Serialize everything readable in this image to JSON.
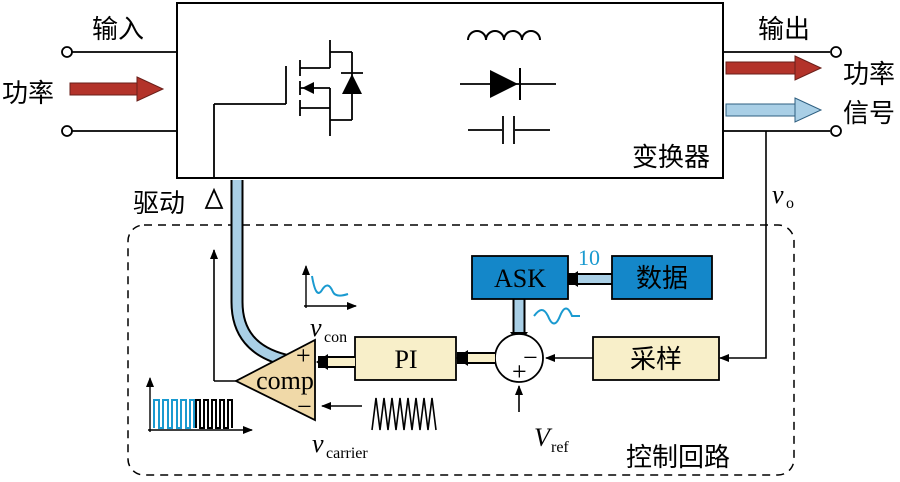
{
  "labels": {
    "input": "输入",
    "output": "输出",
    "power_left": "功率",
    "power_right": "功率",
    "signal_right": "信号",
    "converter": "变换器",
    "drive": "驱动",
    "vo_main": "v",
    "vo_sub": "o",
    "ask": "ASK",
    "data": "数据",
    "bits": "10",
    "sample": "采样",
    "pi": "PI",
    "comp": "comp",
    "vcon_main": "v",
    "vcon_sub": "con",
    "vref_main": "V",
    "vref_sub": "ref",
    "vcarrier_main": "v",
    "vcarrier_sub": "carrier",
    "control_loop": "控制回路",
    "plus_comp_top": "+",
    "minus_comp_bottom": "−",
    "plus_sum_bottom": "+",
    "minus_sum_right": "−"
  },
  "colors": {
    "red_arrow": "#b3332a",
    "blue_line": "#a9cfe6",
    "module_blue": "#1487c9",
    "module_beige": "#f8efc9",
    "comp_fill": "#f0d9a8",
    "cyan_text": "#1a9ad0"
  }
}
